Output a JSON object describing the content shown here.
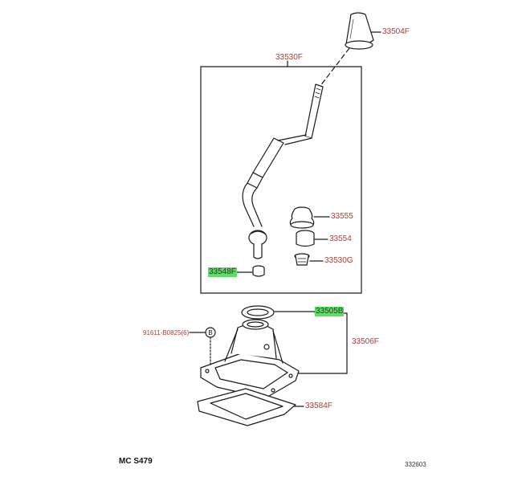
{
  "parts": {
    "knob": "33504F",
    "lever_assembly": "33530F",
    "boot": "33555",
    "bushing": "33554",
    "retainer": "33530G",
    "seat": "33548F",
    "shift_seal": "33505B",
    "washer_bolt": "91611-B0825(6)",
    "retainer_housing": "33506F",
    "gasket": "33584F"
  },
  "footer": {
    "left_code": "MC  S479",
    "right_code": "332603"
  },
  "colors": {
    "label_red": "#b33a33",
    "highlight_green": "#58e060",
    "line_black": "#111111"
  }
}
